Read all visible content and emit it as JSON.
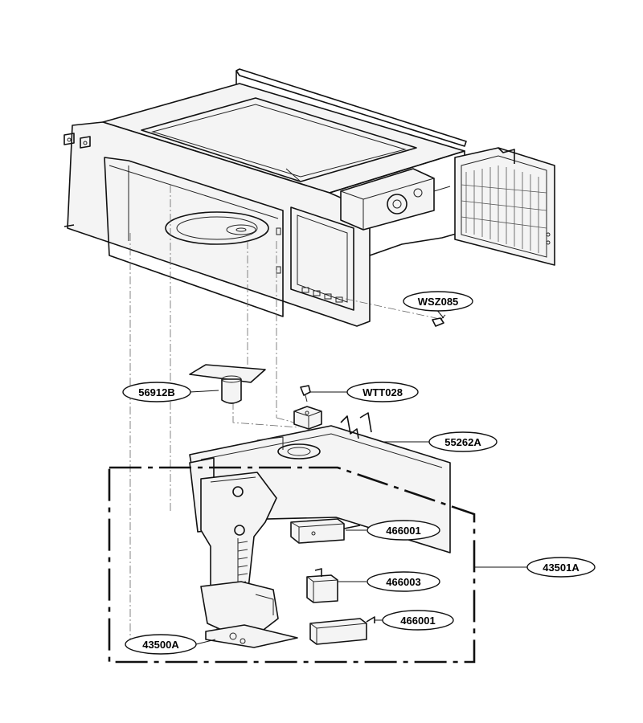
{
  "callouts": {
    "wsz085": "WSZ085",
    "p56912b": "56912B",
    "wtt028": "WTT028",
    "p55262a": "55262A",
    "p466001_top": "466001",
    "p43501a": "43501A",
    "p466003": "466003",
    "p466001_bottom": "466001",
    "p43500a": "43500A"
  }
}
